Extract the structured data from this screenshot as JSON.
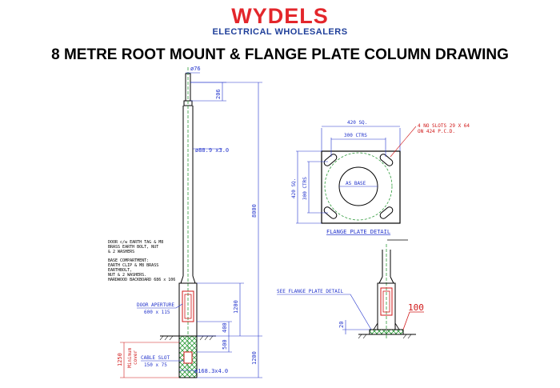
{
  "logo": {
    "brand": "WYDELS",
    "tagline": "ELECTRICAL WHOLESALERS",
    "brand_color": "#e3262b",
    "tagline_color": "#1f3f9a"
  },
  "title": "8 METRE ROOT MOUNT & FLANGE PLATE COLUMN DRAWING",
  "column": {
    "top_diameter": "ø76",
    "spigot_length": "206",
    "shaft_diameter": "ø88.9 x3.0",
    "overall_height": "8000",
    "door_note": [
      "DOOR c/w EARTH TAG & M8",
      "BRASS EARTH BOLT, NUT",
      "& 2 WASHERS"
    ],
    "base_note": [
      "BASE COMPARTMENT:",
      "EARTH CLIP & M8 BRASS",
      "EARTHBOLT,",
      "NUT & 2 WASHERS.",
      "HARDWOOD BACKBOARD 686 x 106"
    ],
    "door_aperture": "DOOR APERTURE",
    "door_aperture_size": "600 x 115",
    "dim_1200_upper": "1200",
    "dim_400": "400",
    "dim_500": "500",
    "dim_1200_lower": "1200",
    "root_depth": "1250",
    "root_label": [
      "Minimum",
      "cover"
    ],
    "cable_slot": "CABLE SLOT",
    "cable_slot_size": "150 x 75",
    "root_diameter": "ø168.3x4.0"
  },
  "flange": {
    "width_sq": "420 SQ.",
    "ctrs_h": "300 CTRS",
    "height_sq": "420 SQ.",
    "ctrs_v": "300 CTRS",
    "as_base": "AS BASE",
    "slots_note": [
      "4 NO SLOTS 29 X 64",
      "ON 424 P.C.D."
    ],
    "caption": "FLANGE PLATE DETAIL"
  },
  "flange_column": {
    "see_note": "SEE FLANGE PLATE DETAIL",
    "dim_20": "20",
    "dim_100": "100"
  },
  "colors": {
    "pole": "#2e9b3a",
    "dims": "#2233cc",
    "red": "#d01818",
    "outline": "#000000"
  }
}
